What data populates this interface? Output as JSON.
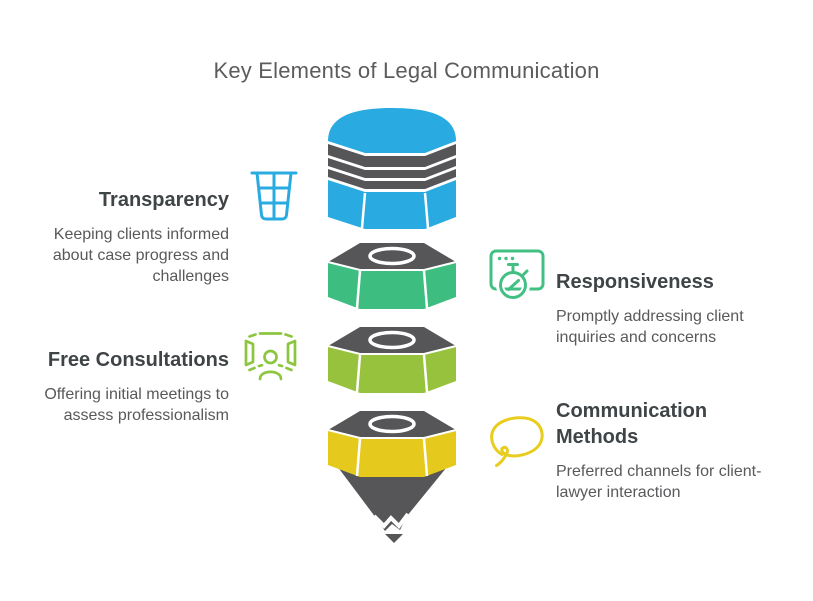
{
  "title": "Key Elements of Legal Communication",
  "items": [
    {
      "heading": "Transparency",
      "description": "Keeping clients informed about case progress and challenges",
      "icon": "waste-basket-icon",
      "color": "#29ABE2"
    },
    {
      "heading": "Responsiveness",
      "description": "Promptly addressing client inquiries and concerns",
      "icon": "window-stopwatch-icon",
      "color": "#42C084"
    },
    {
      "heading": "Free Consultations",
      "description": "Offering initial meetings to assess professionalism",
      "icon": "meeting-person-icon",
      "color": "#8CC63F"
    },
    {
      "heading": "Communication Methods",
      "description": "Preferred channels for client-lawyer interaction",
      "icon": "speech-bubble-icon",
      "color": "#E8CC1E"
    }
  ],
  "funnel": {
    "segments": [
      {
        "name": "transparency",
        "color": "#29ABE2"
      },
      {
        "name": "responsiveness",
        "color": "#3DBE80"
      },
      {
        "name": "free-consultations",
        "color": "#97C23D"
      },
      {
        "name": "communication-methods",
        "color": "#E5C91D"
      }
    ],
    "hardware_color": "#565659"
  }
}
